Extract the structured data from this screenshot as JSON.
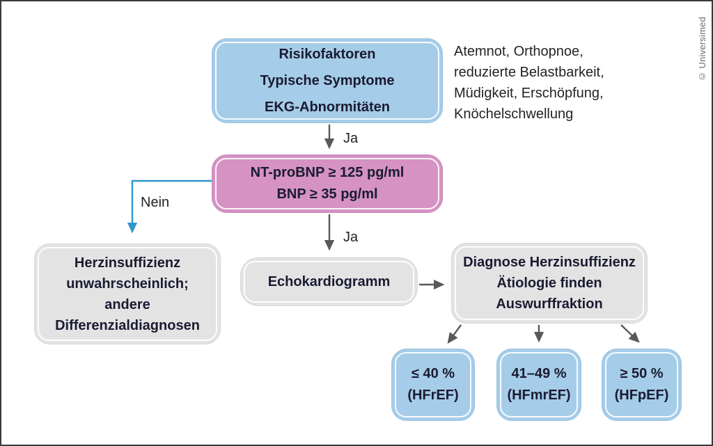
{
  "credit": "© Universimed",
  "flowchart": {
    "top_box": {
      "lines": [
        "Risikofaktoren",
        "Typische Symptome",
        "EKG-Abnormitäten"
      ]
    },
    "symptoms_note": {
      "lines": [
        "Atemnot, Orthopnoe,",
        "reduzierte Belastbarkeit,",
        "Müdigkeit, Erschöpfung,",
        "Knöchelschwellung"
      ]
    },
    "bnp_box": {
      "lines": [
        "NT-proBNP ≥ 125 pg/ml",
        "BNP ≥ 35 pg/ml"
      ]
    },
    "labels": {
      "ja": "Ja",
      "nein": "Nein"
    },
    "unlikely_box": {
      "lines": [
        "Herzinsuffizienz",
        "unwahrscheinlich;",
        "andere",
        "Differenzialdiagnosen"
      ]
    },
    "echo_box": {
      "label": "Echokardiogramm"
    },
    "diagnosis_box": {
      "lines": [
        "Diagnose Herzinsuffizienz",
        "Ätiologie finden",
        "Auswurffraktion"
      ]
    },
    "ef_boxes": [
      {
        "value": "≤ 40 %",
        "label": "(HFrEF)"
      },
      {
        "value": "41–49 %",
        "label": "(HFmrEF)"
      },
      {
        "value": "≥ 50 %",
        "label": "(HFpEF)"
      }
    ]
  },
  "colors": {
    "blue_box": "#a5cce8",
    "pink_box": "#d592c3",
    "gray_box": "#e3e3e4",
    "arrow_gray": "#58595b",
    "arrow_blue": "#2f96cc",
    "box_text": "#1a1b31",
    "body_text": "#232323",
    "credit_text": "#6d6e71"
  }
}
